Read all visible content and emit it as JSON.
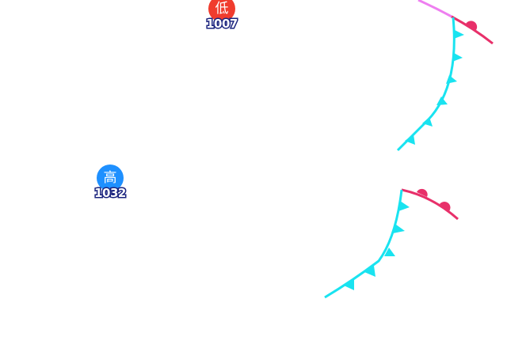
{
  "pressure_centers": [
    {
      "kind": "low",
      "symbol": "低",
      "value": "1007",
      "color": "#f03c2e"
    },
    {
      "kind": "high",
      "symbol": "高",
      "value": "1032",
      "color": "#1e90ff"
    }
  ],
  "fronts": [
    {
      "type": "warm-front",
      "color": "#e8306a"
    },
    {
      "type": "cold-front",
      "color": "#19e3f0"
    },
    {
      "type": "cold-front",
      "color": "#19e3f0"
    },
    {
      "type": "warm-front",
      "color": "#e8306a"
    }
  ],
  "isobar_color": "#ee7ff0"
}
